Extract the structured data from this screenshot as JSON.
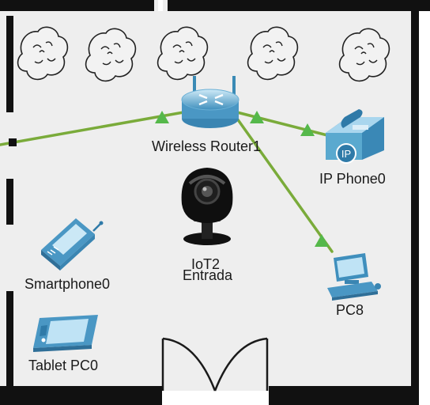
{
  "devices": {
    "router": {
      "label": "Wireless Router1",
      "icon": "wireless-router-icon"
    },
    "ip_phone": {
      "label": "IP Phone0",
      "icon": "ip-phone-icon",
      "badge": "IP"
    },
    "iot_camera": {
      "label": "IoT2",
      "sublabel": "Entrada",
      "icon": "webcam-icon"
    },
    "pc": {
      "label": "PC8",
      "icon": "desktop-pc-icon"
    },
    "smartphone": {
      "label": "Smartphone0",
      "icon": "smartphone-icon"
    },
    "tablet": {
      "label": "Tablet PC0",
      "icon": "tablet-icon"
    }
  },
  "decor": {
    "trees": [
      "tree-icon",
      "tree-icon",
      "tree-icon",
      "tree-icon",
      "tree-icon"
    ],
    "door": "door-icon"
  },
  "colors": {
    "link": "#7aab3a",
    "link_arrow": "#55b84a",
    "wall": "#111111",
    "floor": "#eeeeee",
    "device_blue": "#5aa9cf"
  }
}
